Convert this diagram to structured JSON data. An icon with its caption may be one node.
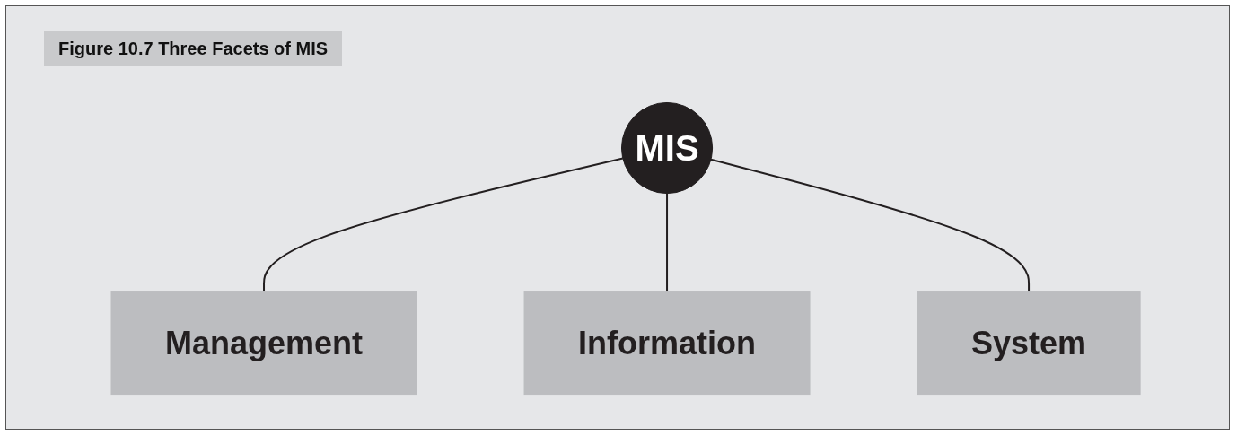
{
  "diagram": {
    "title": "Figure 10.7 Three Facets of MIS",
    "nodes": [
      {
        "text": [
          "MIS"
        ]
      },
      {
        "text": [
          "Management"
        ]
      },
      {
        "text": [
          "Information"
        ]
      },
      {
        "text": [
          "System"
        ]
      }
    ],
    "edges": [
      {
        "from": 0,
        "to": 1,
        "arrow": "none"
      },
      {
        "from": 0,
        "to": 2,
        "arrow": "none"
      },
      {
        "from": 0,
        "to": 3,
        "arrow": "none"
      }
    ]
  }
}
